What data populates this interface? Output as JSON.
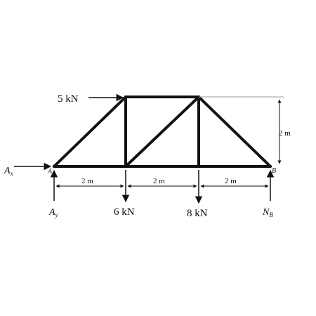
{
  "loads": {
    "top_horizontal": "5 kN",
    "mid_left": "6 kN",
    "mid_right": "8 kN"
  },
  "reactions": {
    "ax": "A",
    "ax_sub": "x",
    "ay": "A",
    "ay_sub": "y",
    "nb": "N",
    "nb_sub": "B"
  },
  "joints": {
    "left_support": "A",
    "right_support": "B"
  },
  "dimensions": {
    "span_1": "2 m",
    "span_2": "2 m",
    "span_3": "2 m",
    "height": "2 m"
  }
}
